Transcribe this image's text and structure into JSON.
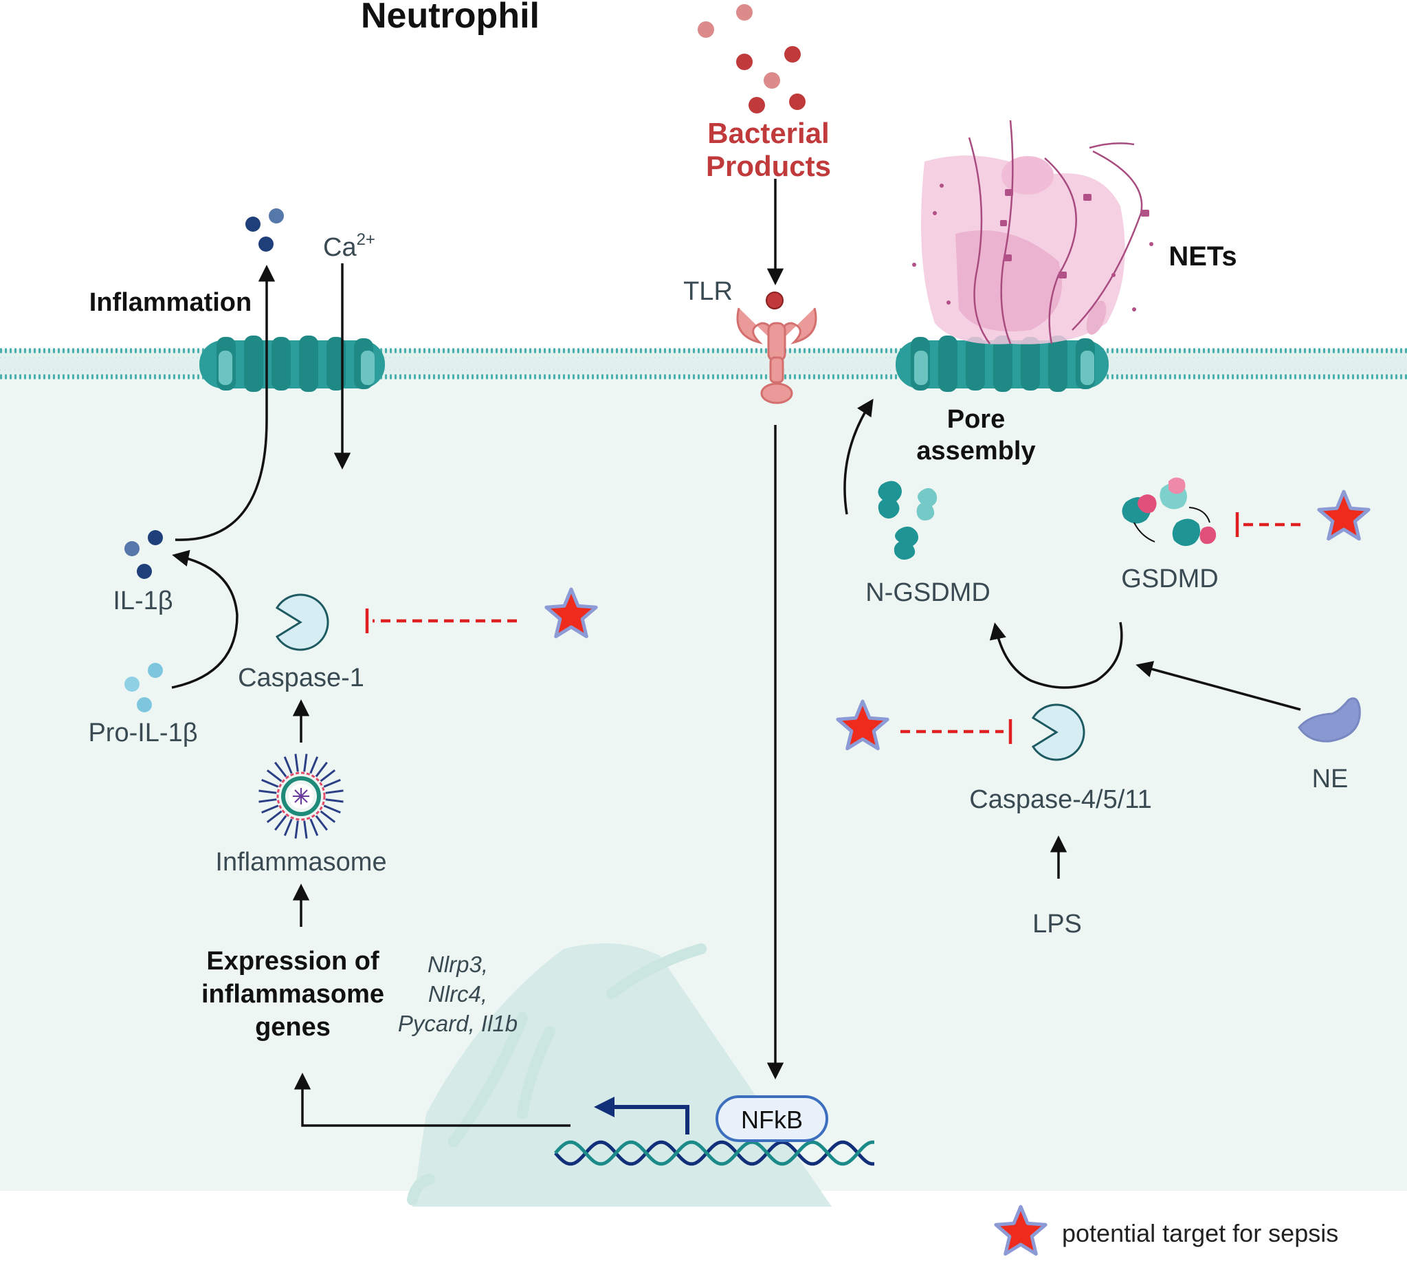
{
  "title": "Neutrophil",
  "labels": {
    "bacterial_products_line1": "Bacterial",
    "bacterial_products_line2": "Products",
    "tlr": "TLR",
    "nets": "NETs",
    "inflammation": "Inflammation",
    "calcium_base": "Ca",
    "calcium_sup": "2+",
    "pore_assembly_line1": "Pore",
    "pore_assembly_line2": "assembly",
    "il1b": "IL-1β",
    "pro_il1b": "Pro-IL-1β",
    "caspase1": "Caspase-1",
    "inflammasome": "Inflammasome",
    "expression_line1": "Expression of",
    "expression_line2": "inflammasome",
    "expression_line3": "genes",
    "genes_line1": "Nlrp3,",
    "genes_line2": "Nlrc4,",
    "genes_line3": "Pycard, Il1b",
    "nfkb": "NFkB",
    "n_gsdmd": "N-GSDMD",
    "gsdmd": "GSDMD",
    "caspase_4_5_11": "Caspase-4/5/11",
    "ne": "NE",
    "lps": "LPS"
  },
  "legend": {
    "star_label": "potential target for sepsis"
  },
  "colors": {
    "cytoplasm": "#eef6f3",
    "membrane": "#3ba3a0",
    "channel": "#2a9a9a",
    "bacteria": "#c0393b",
    "bacteria_light": "#dd8a8a",
    "il1b": "#1f3f7a",
    "pro_il1b": "#7ec6dd",
    "inhibitor": "#e02020",
    "star": "#ee2b1c",
    "star_outline": "#8c9ad6",
    "dna_dark": "#12307a",
    "dna_teal": "#1d8a8a",
    "nets": "#eeb6d4",
    "ne": "#8a98d2"
  }
}
